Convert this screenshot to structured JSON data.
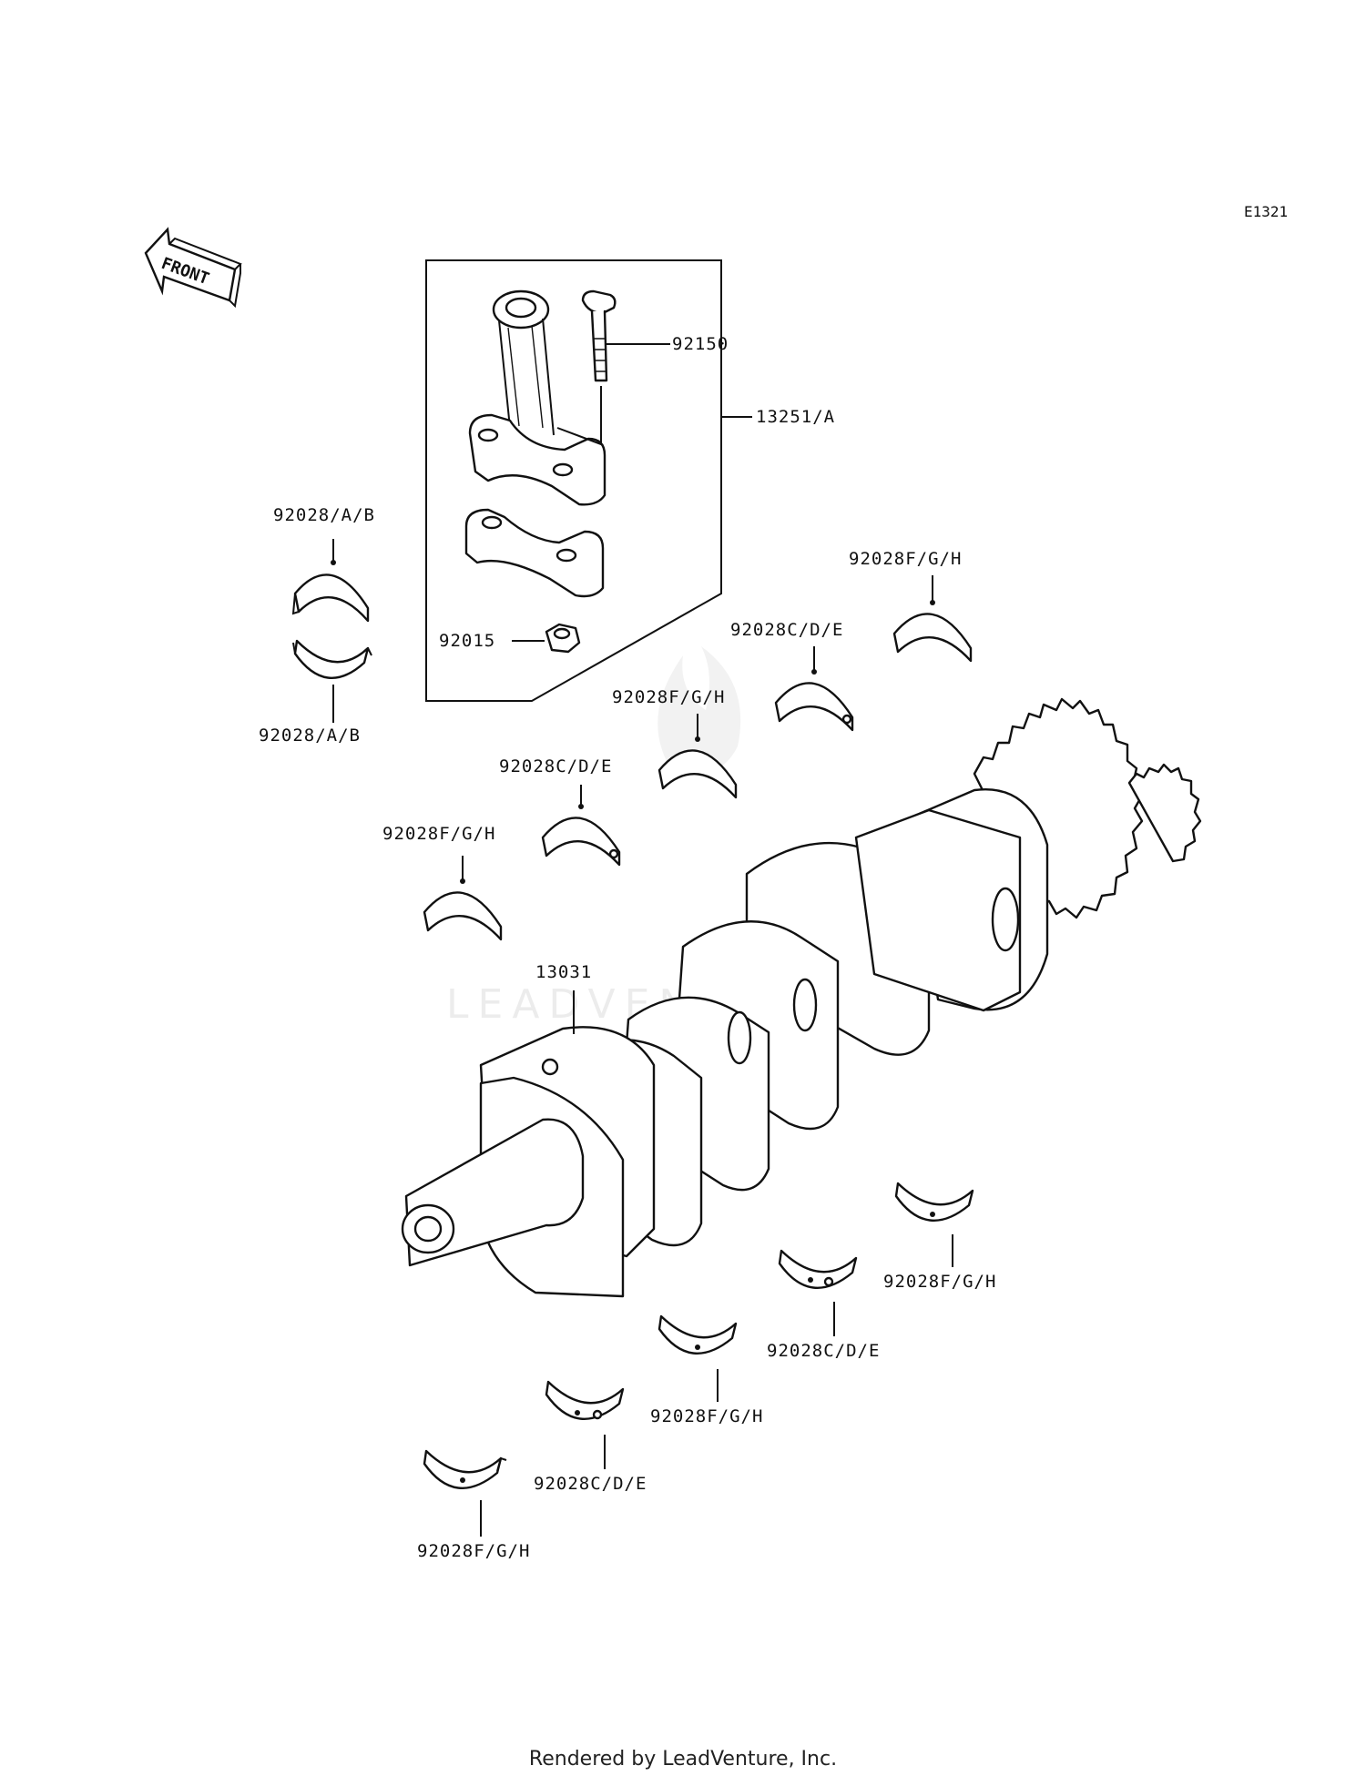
{
  "diagram_code": "E1321",
  "front_label": "FRONT",
  "watermark": "LEADVENTURE",
  "footer": "Rendered by LeadVenture, Inc.",
  "labels": {
    "connecting_rod_assy": "13251/A",
    "rod_bolt": "92150",
    "rod_nut": "92015",
    "crankshaft": "13031",
    "rod_bearing_upper": "92028/A/B",
    "rod_bearing_lower": "92028/A/B",
    "main_bearing_1": "92028F/G/H",
    "main_bearing_2": "92028C/D/E",
    "main_bearing_3": "92028F/G/H",
    "main_bearing_4": "92028C/D/E",
    "main_bearing_5": "92028F/G/H",
    "lower_bearing_1": "92028F/G/H",
    "lower_bearing_2": "92028C/D/E",
    "lower_bearing_3": "92028F/G/H",
    "lower_bearing_4": "92028C/D/E",
    "lower_bearing_5": "92028F/G/H"
  }
}
